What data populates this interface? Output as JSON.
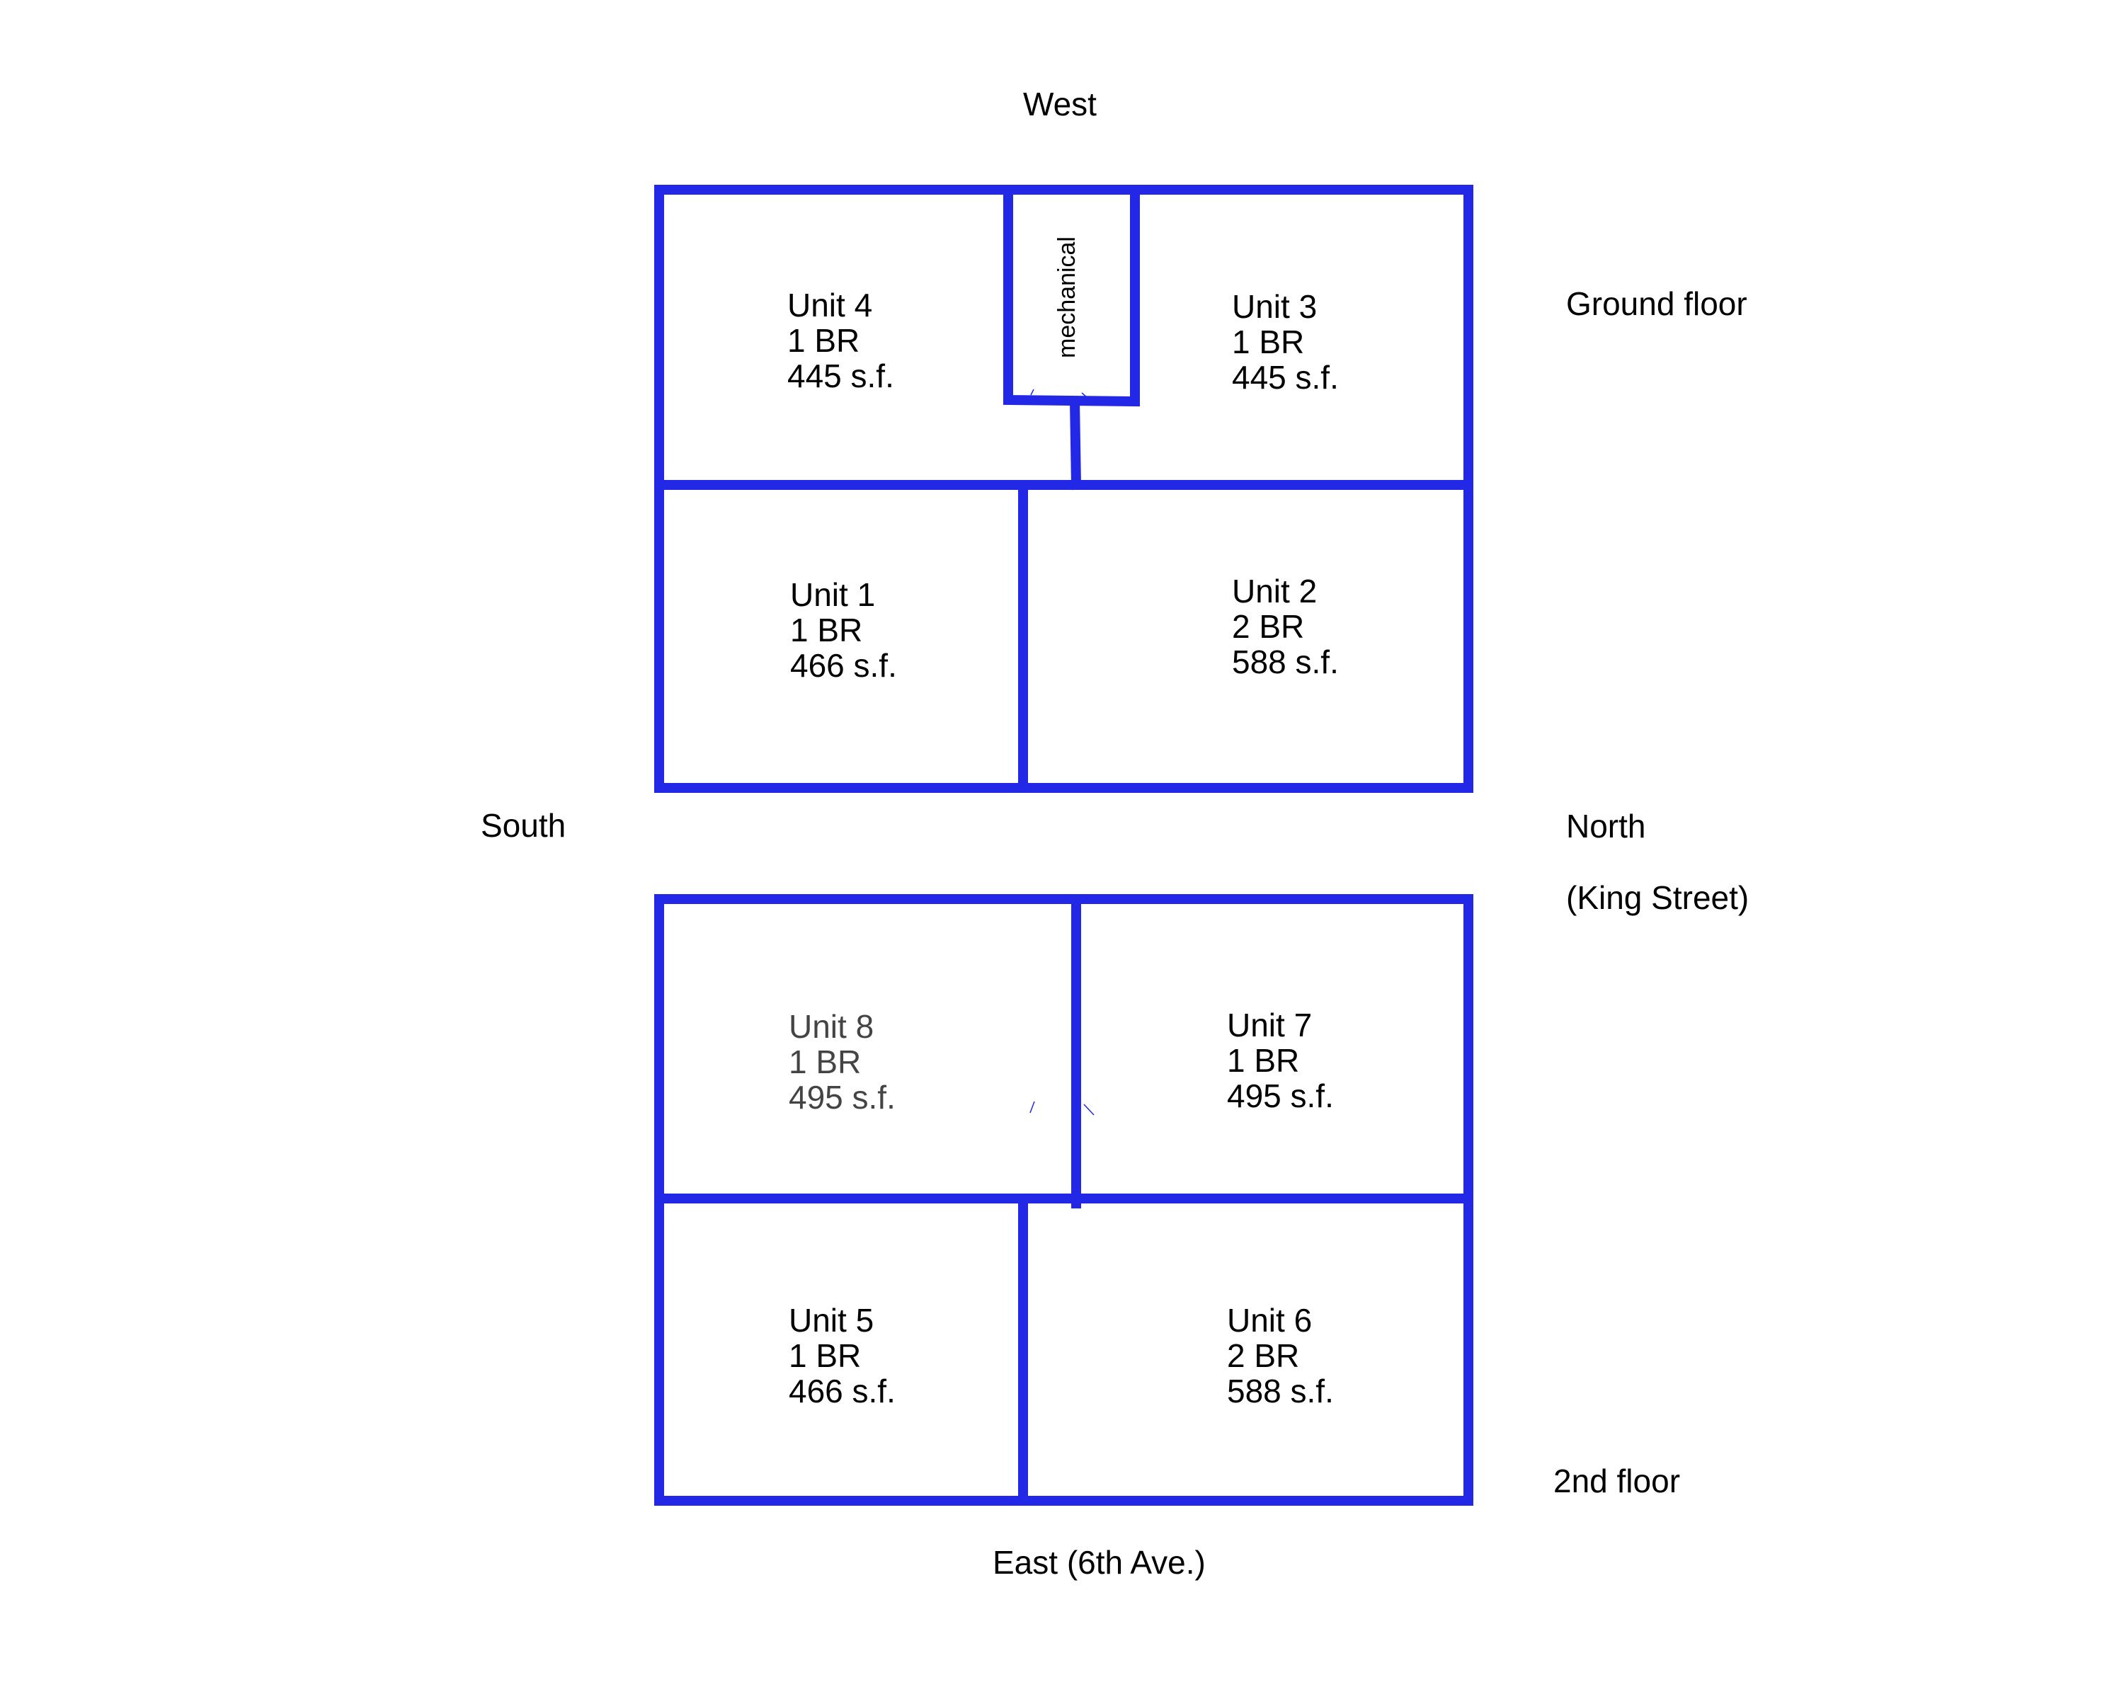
{
  "compass": {
    "west": "West",
    "south": "South",
    "north": "North",
    "north_street": "(King Street)",
    "east": "East (6th Ave.)"
  },
  "floors": {
    "ground": "Ground floor",
    "second": "2nd floor"
  },
  "mechanical": "mechanical",
  "units": {
    "unit4": {
      "name": "Unit 4",
      "br": "1 BR",
      "sf": "445 s.f."
    },
    "unit3": {
      "name": "Unit 3",
      "br": "1 BR",
      "sf": "445 s.f."
    },
    "unit1": {
      "name": "Unit 1",
      "br": "1 BR",
      "sf": "466 s.f."
    },
    "unit2": {
      "name": "Unit 2",
      "br": "2 BR",
      "sf": "588 s.f."
    },
    "unit8": {
      "name": "Unit 8",
      "br": "1 BR",
      "sf": "495 s.f."
    },
    "unit7": {
      "name": "Unit 7",
      "br": "1 BR",
      "sf": "495 s.f."
    },
    "unit5": {
      "name": "Unit 5",
      "br": "1 BR",
      "sf": "466 s.f."
    },
    "unit6": {
      "name": "Unit 6",
      "br": "2 BR",
      "sf": "588 s.f."
    }
  },
  "colors": {
    "wall": "#2228e6"
  }
}
